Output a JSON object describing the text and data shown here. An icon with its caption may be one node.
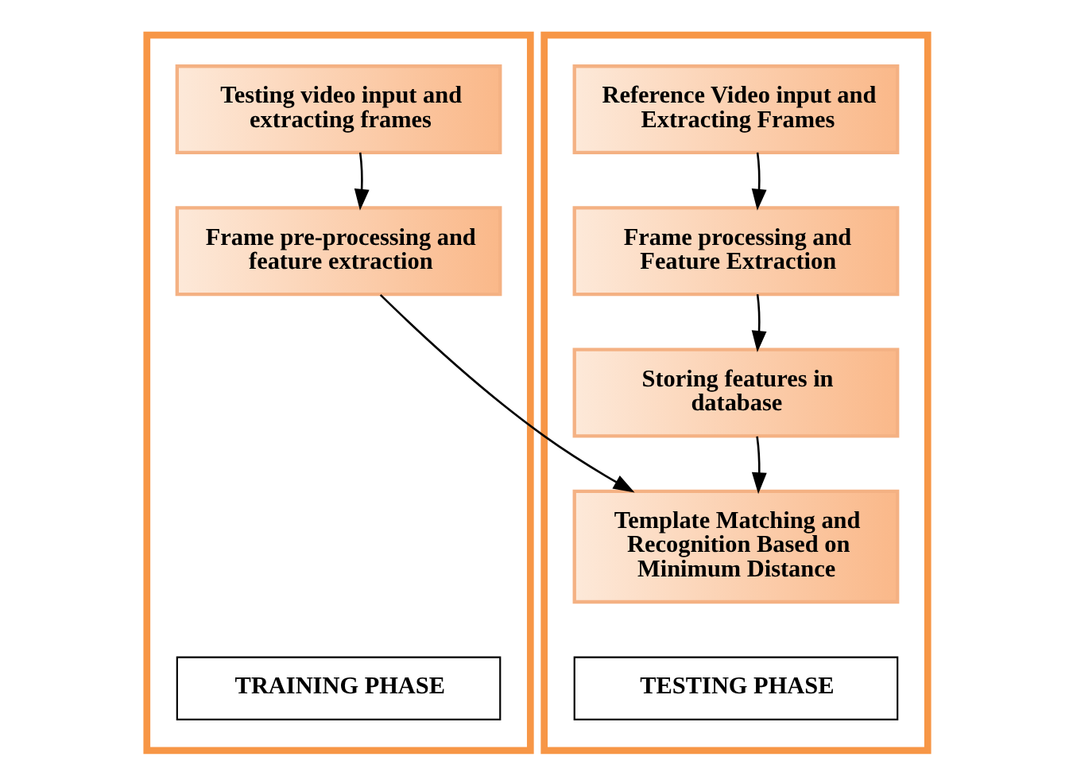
{
  "diagram": {
    "nodes": [
      {
        "text": [],
        "shape": "box"
      },
      {
        "text": [
          "Testing video input and extracting frames"
        ],
        "in": 0
      },
      {
        "text": [
          "Frame pre-processing and feature extraction"
        ],
        "in": 0
      },
      {
        "text": [
          "TRAINING PHASE"
        ],
        "in": 0
      },
      {
        "text": [],
        "shape": "box"
      },
      {
        "text": [
          "Reference Video input and Extracting Frames"
        ],
        "in": 4
      },
      {
        "text": [
          "Frame processing and Feature Extraction"
        ],
        "in": 4
      },
      {
        "text": [
          "Storing features in database"
        ],
        "in": 4
      },
      {
        "text": [
          "Template Matching and Recognition Based on Minimum Distance"
        ],
        "in": 4
      },
      {
        "text": [
          "TESTING PHASE"
        ],
        "in": 4
      }
    ],
    "edges": [
      {
        "from": 1,
        "to": 2,
        "arrow": "to"
      },
      {
        "from": 5,
        "to": 6,
        "arrow": "to"
      },
      {
        "from": 6,
        "to": 7,
        "arrow": "to"
      },
      {
        "from": 7,
        "to": 8,
        "arrow": "to"
      },
      {
        "from": 2,
        "to": 8,
        "arrow": "to"
      }
    ]
  }
}
